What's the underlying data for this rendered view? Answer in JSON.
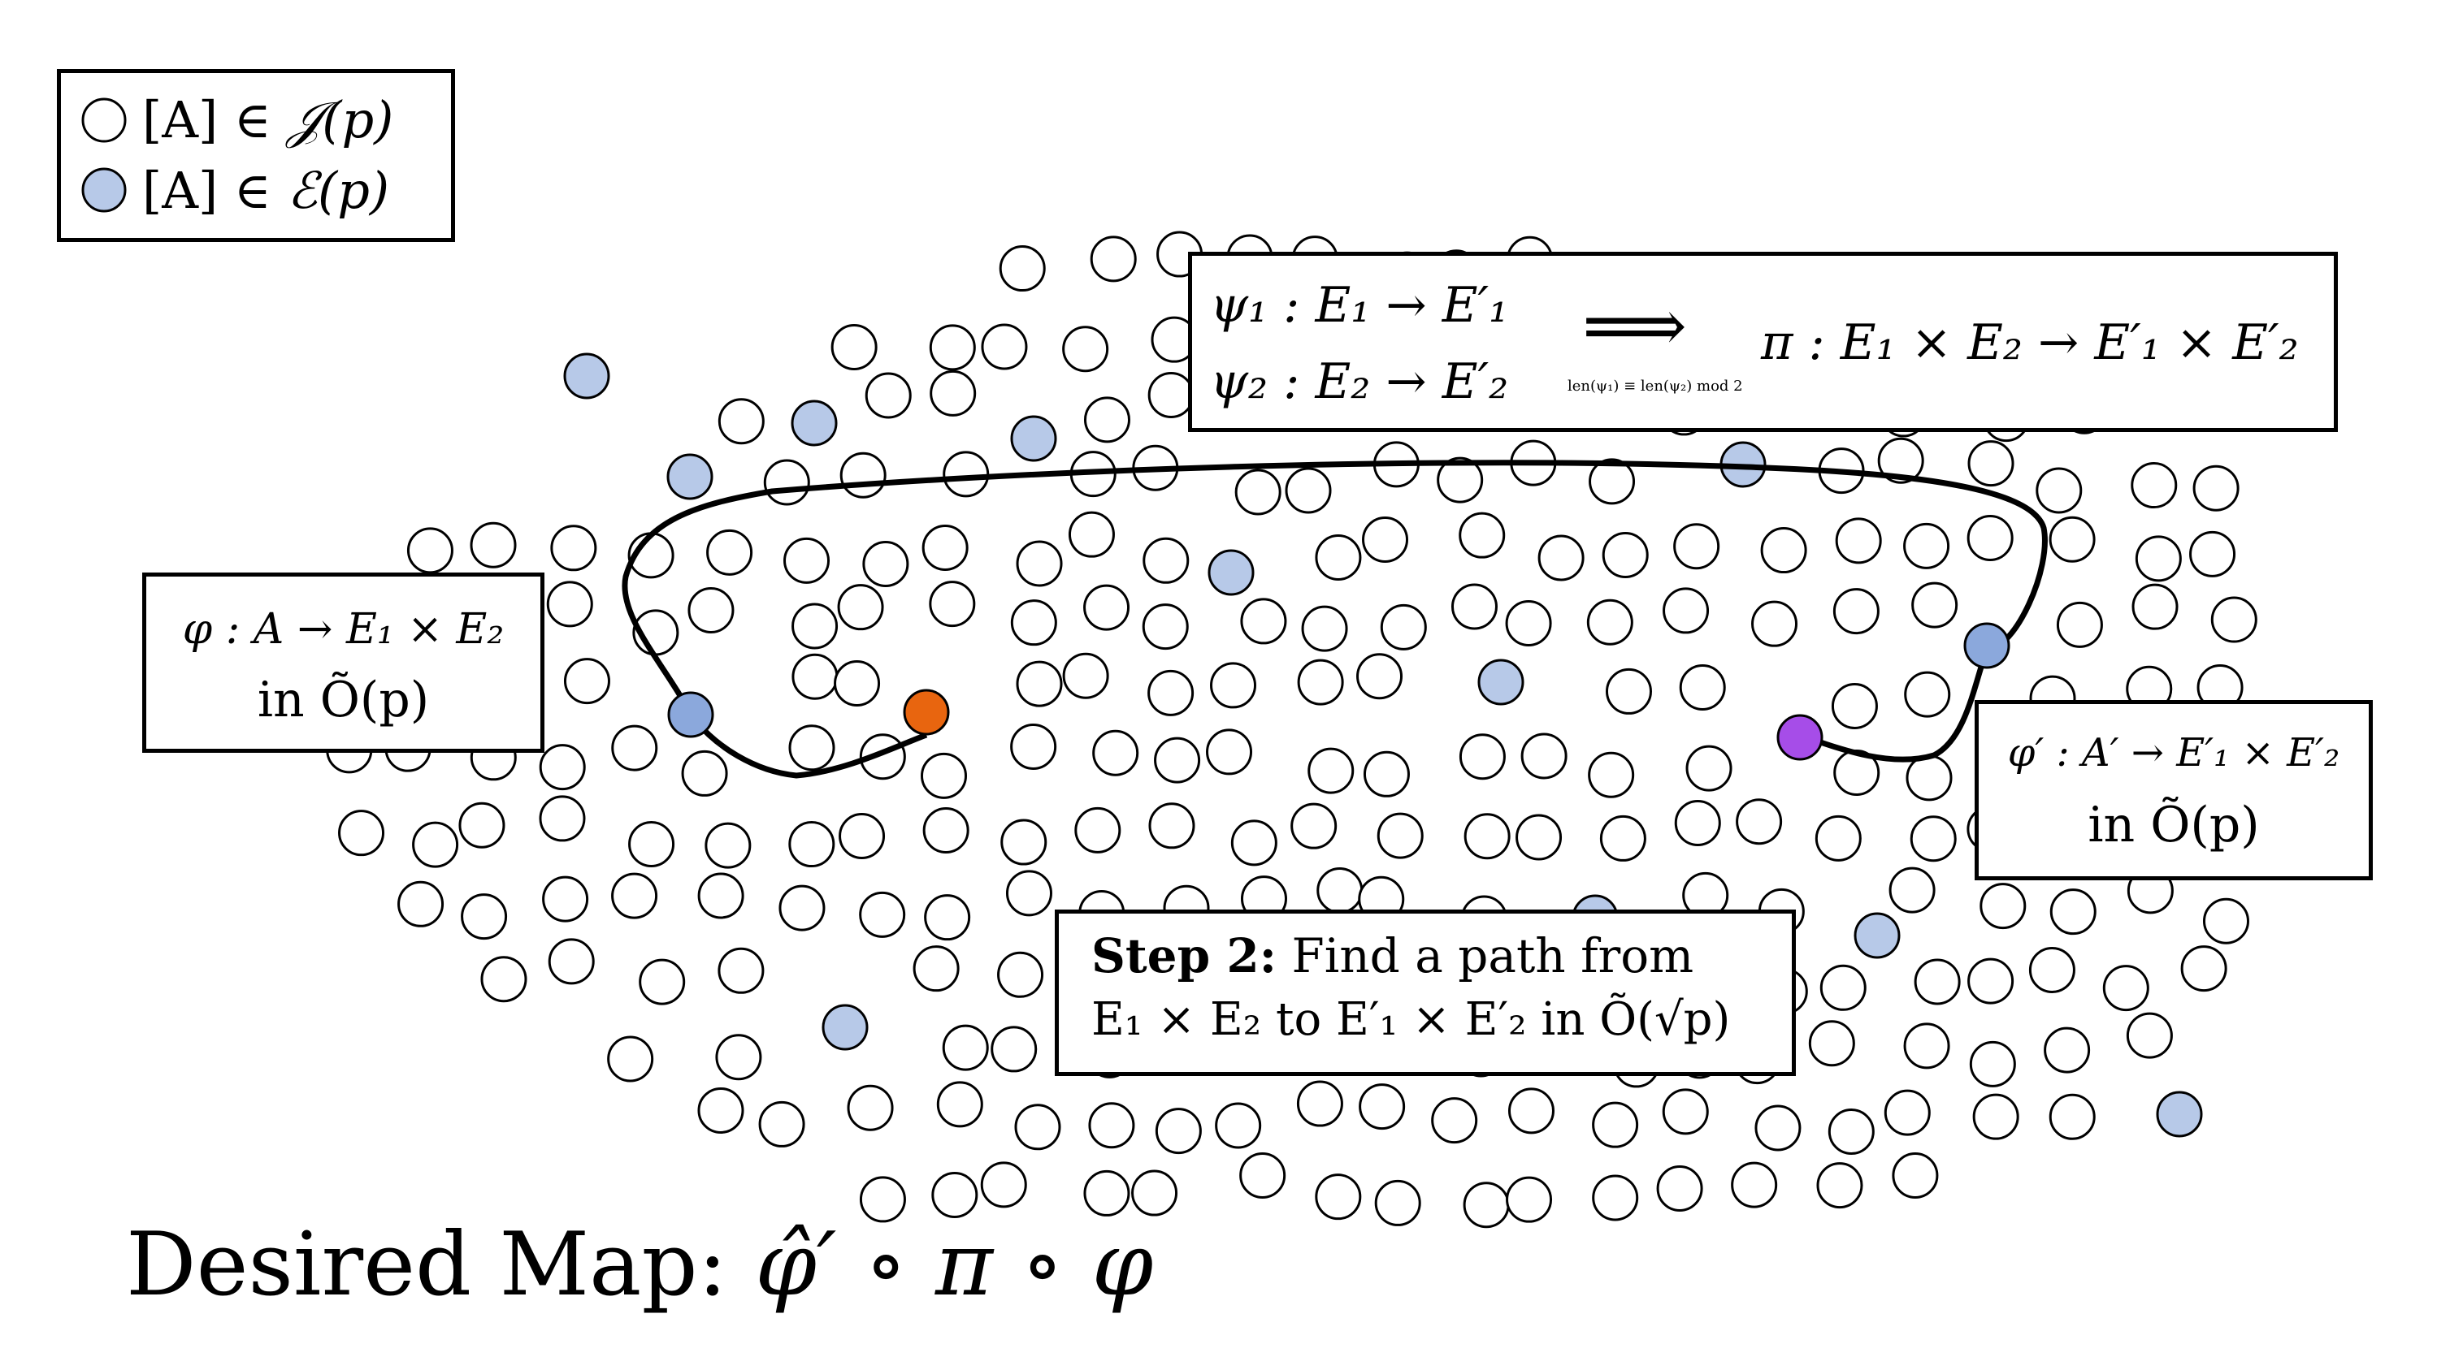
{
  "legend": {
    "items": [
      {
        "symbol": "[A]",
        "relation": "∈",
        "set": "𝒥",
        "arg": "(p)",
        "fill": "#ffffff"
      },
      {
        "symbol": "[A]",
        "relation": "∈",
        "set": "ℰ",
        "arg": "(p)",
        "fill": "#b7c9e8"
      }
    ]
  },
  "colors": {
    "stroke": "#000000",
    "plain_node": "#ffffff",
    "highlighted_node": "#b7c9e8",
    "path_endpoint": "#8ba8dc",
    "start_node": "#e8650f",
    "end_node": "#a64de8"
  },
  "psi_box": {
    "line1": "ψ₁ : E₁ → E′₁",
    "line2": "ψ₂ : E₂ → E′₂",
    "arrow": "⟹",
    "arrow_condition": "len(ψ₁) ≡ len(ψ₂) mod 2",
    "result": "π : E₁ × E₂ → E′₁ × E′₂"
  },
  "phi_box": {
    "line1": "φ : A → E₁ × E₂",
    "line2": "in Õ(p)"
  },
  "phi_prime_box": {
    "line1": "φ′ : A′ → E′₁ × E′₂",
    "line2": "in Õ(p)"
  },
  "step_box": {
    "label": "Step 2:",
    "line1": "Find a path from",
    "line2": "E₁ × E₂ to E′₁ × E′₂ in Õ(√p)"
  },
  "desired_map": {
    "label": "Desired Map:",
    "formula": "φ̂′ ∘ π ∘ φ"
  }
}
